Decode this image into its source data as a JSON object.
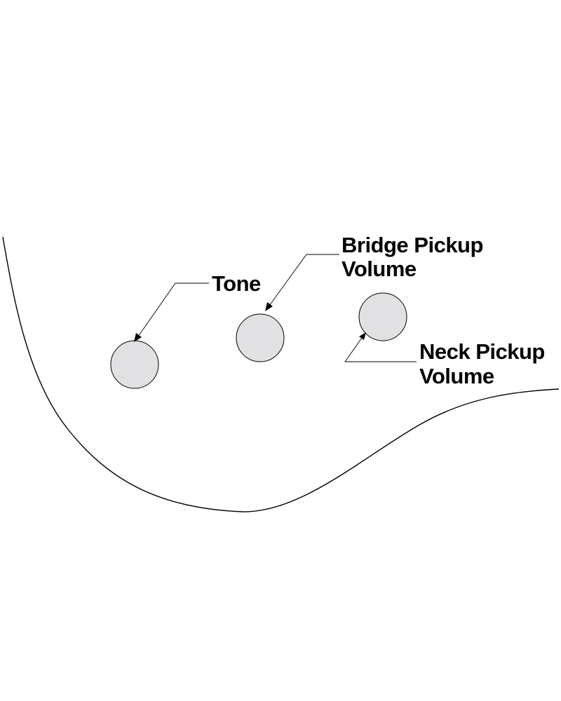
{
  "labels": {
    "tone": "Tone",
    "bridge_line1": "Bridge Pickup",
    "bridge_line2": "Volume",
    "neck_line1": "Neck Pickup",
    "neck_line2": "Volume"
  },
  "colors": {
    "knob_fill": "#e1e1e3",
    "outline": "#000000",
    "background": "#ffffff"
  }
}
